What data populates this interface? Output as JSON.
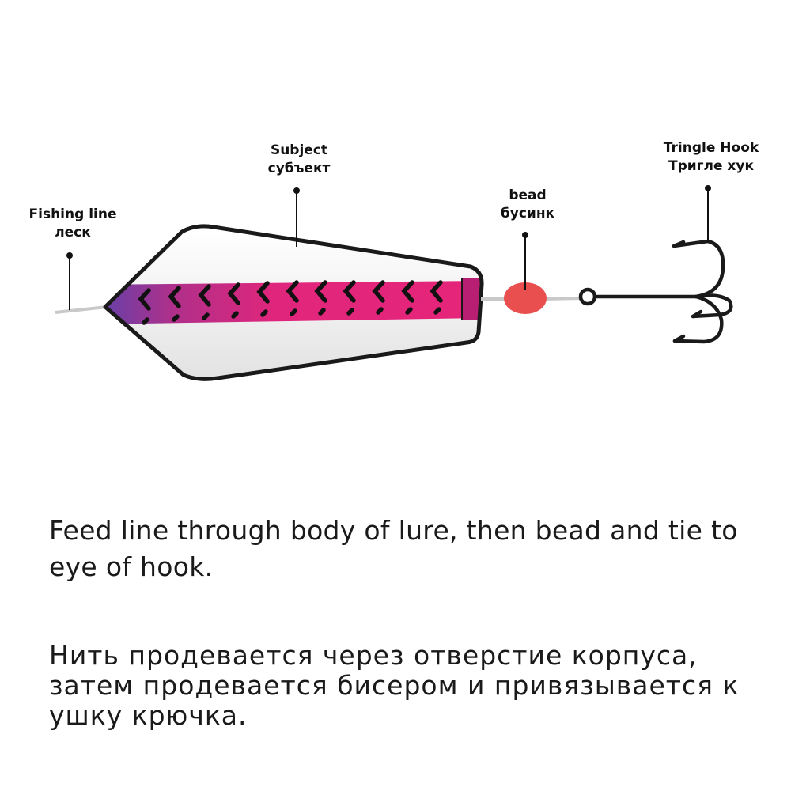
{
  "labels": {
    "fishing_line": {
      "en": "Fishing line",
      "ru": "леск"
    },
    "subject": {
      "en": "Subject",
      "ru": "субъект"
    },
    "bead": {
      "en": "bead",
      "ru": "бусинк"
    },
    "hook": {
      "en": "Tringle Hook",
      "ru": "Тригле хук"
    }
  },
  "instructions": {
    "en": "Feed line through body of lure, then bead and tie to eye of hook.",
    "ru": "Нить продевается через отверстие корпуса, затем продевается бисером и привязывается к ушку крючка."
  },
  "colors": {
    "outline": "#1a1a1a",
    "stripe_start": "#6a3fa6",
    "stripe_end": "#e6257a",
    "bead": "#ea4f4f",
    "line": "#c9c9c9"
  }
}
